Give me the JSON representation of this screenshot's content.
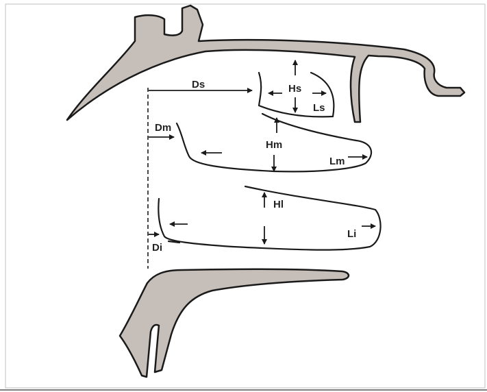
{
  "labels": {
    "ds": "Ds",
    "hs": "Hs",
    "ls": "Ls",
    "dm": "Dm",
    "hm": "Hm",
    "lm": "Lm",
    "hl": "Hl",
    "li": "Li",
    "di": "Di"
  },
  "colors": {
    "bone_fill": "#c6beb8",
    "line": "#1a1a1a"
  }
}
